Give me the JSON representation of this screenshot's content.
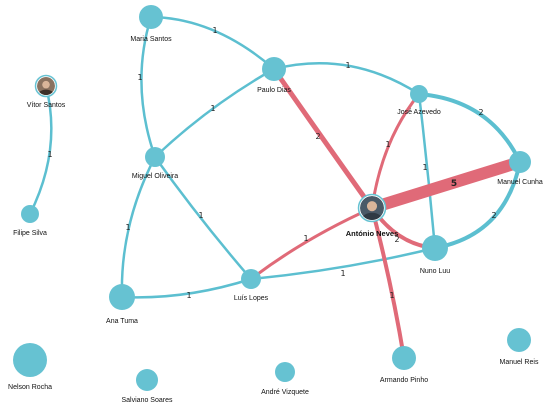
{
  "colors": {
    "node": "#66c2d2",
    "edge": "#5cbfd0",
    "edge_highlight": "#e06a78",
    "background": "#ffffff"
  },
  "nodes": [
    {
      "id": "maria",
      "label": "Maria Santos"
    },
    {
      "id": "vitor",
      "label": "Vítor Santos",
      "avatar": true
    },
    {
      "id": "paulo",
      "label": "Paulo Dias"
    },
    {
      "id": "jose",
      "label": "José Azevedo"
    },
    {
      "id": "miguel",
      "label": "Miguel Oliveira"
    },
    {
      "id": "manuel_cunha",
      "label": "Manuel Cunha"
    },
    {
      "id": "filipe",
      "label": "Filipe Silva"
    },
    {
      "id": "antonio",
      "label": "António Neves",
      "avatar": true,
      "highlight": true
    },
    {
      "id": "nuno",
      "label": "Nuno Luu"
    },
    {
      "id": "luis",
      "label": "Luís Lopes"
    },
    {
      "id": "ana",
      "label": "Ana Tuma"
    },
    {
      "id": "manuel_reis",
      "label": "Manuel Reis"
    },
    {
      "id": "nelson",
      "label": "Nelson Rocha"
    },
    {
      "id": "armando",
      "label": "Armando Pinho"
    },
    {
      "id": "salviano",
      "label": "Salviano Soares"
    },
    {
      "id": "andre",
      "label": "André Vizquete"
    }
  ],
  "edges": [
    {
      "from": "maria",
      "to": "paulo",
      "weight": "1"
    },
    {
      "from": "maria",
      "to": "miguel",
      "weight": "1"
    },
    {
      "from": "miguel",
      "to": "paulo",
      "weight": "1"
    },
    {
      "from": "paulo",
      "to": "jose",
      "weight": "1"
    },
    {
      "from": "paulo",
      "to": "antonio",
      "weight": "2",
      "highlight": true
    },
    {
      "from": "vitor",
      "to": "filipe",
      "weight": "1"
    },
    {
      "from": "jose",
      "to": "manuel_cunha",
      "weight": "2"
    },
    {
      "from": "jose",
      "to": "antonio",
      "weight": "1",
      "highlight": true
    },
    {
      "from": "jose",
      "to": "nuno",
      "weight": "1"
    },
    {
      "from": "antonio",
      "to": "manuel_cunha",
      "weight": "5",
      "highlight": true
    },
    {
      "from": "nuno",
      "to": "manuel_cunha",
      "weight": "2"
    },
    {
      "from": "antonio",
      "to": "nuno",
      "weight": "2",
      "highlight": true
    },
    {
      "from": "miguel",
      "to": "luis",
      "weight": "1"
    },
    {
      "from": "miguel",
      "to": "ana",
      "weight": "1"
    },
    {
      "from": "ana",
      "to": "luis",
      "weight": "1"
    },
    {
      "from": "luis",
      "to": "antonio",
      "weight": "1",
      "highlight": true
    },
    {
      "from": "luis",
      "to": "nuno",
      "weight": "1"
    },
    {
      "from": "antonio",
      "to": "armando",
      "weight": "1",
      "highlight": true
    }
  ]
}
